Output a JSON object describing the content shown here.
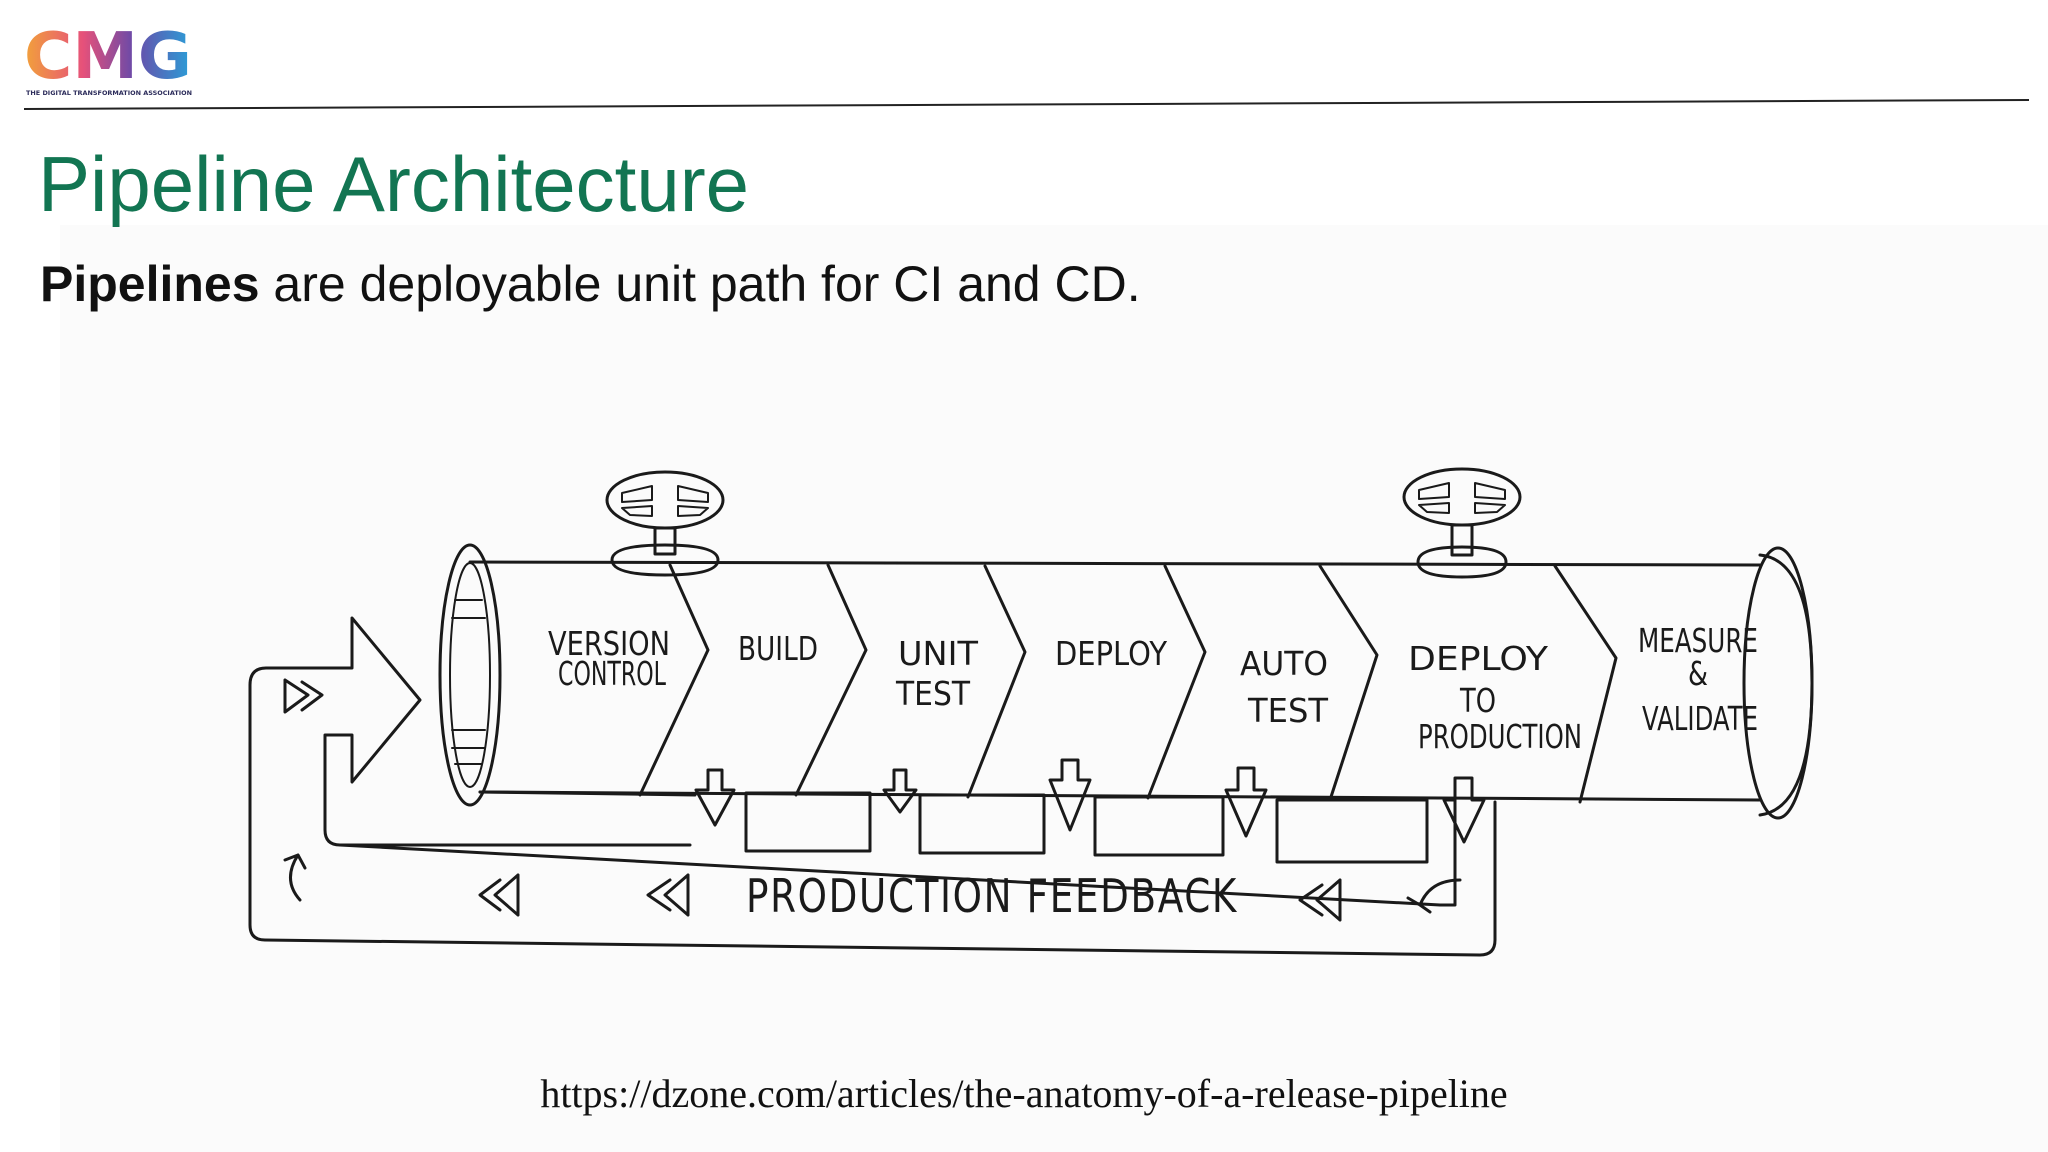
{
  "logo": {
    "wordmark": "CMG",
    "tagline": "THE DIGITAL TRANSFORMATION ASSOCIATION",
    "colors": [
      "#f2a23a",
      "#e6517a",
      "#6b4aa8",
      "#2a9fd8"
    ]
  },
  "title": "Pipeline Architecture",
  "title_color": "#127552",
  "subtitle": {
    "bold": "Pipelines",
    "rest": " are deployable unit path for CI and CD."
  },
  "diagram": {
    "stages": [
      {
        "line1": "VERSION",
        "line2": "CONTROL",
        "line3": ""
      },
      {
        "line1": "BUILD",
        "line2": "",
        "line3": ""
      },
      {
        "line1": "UNIT",
        "line2": "TEST",
        "line3": ""
      },
      {
        "line1": "DEPLOY",
        "line2": "",
        "line3": ""
      },
      {
        "line1": "AUTO",
        "line2": "TEST",
        "line3": ""
      },
      {
        "line1": "DEPLOY",
        "line2": "TO",
        "line3": "PRODUCTION"
      },
      {
        "line1": "MEASURE",
        "line2": "&",
        "line3": "VALIDATE"
      }
    ],
    "feedback_label": "PRODUCTION FEEDBACK",
    "valves": [
      "valve-left",
      "valve-right"
    ]
  },
  "source_url": "https://dzone.com/articles/the-anatomy-of-a-release-pipeline"
}
